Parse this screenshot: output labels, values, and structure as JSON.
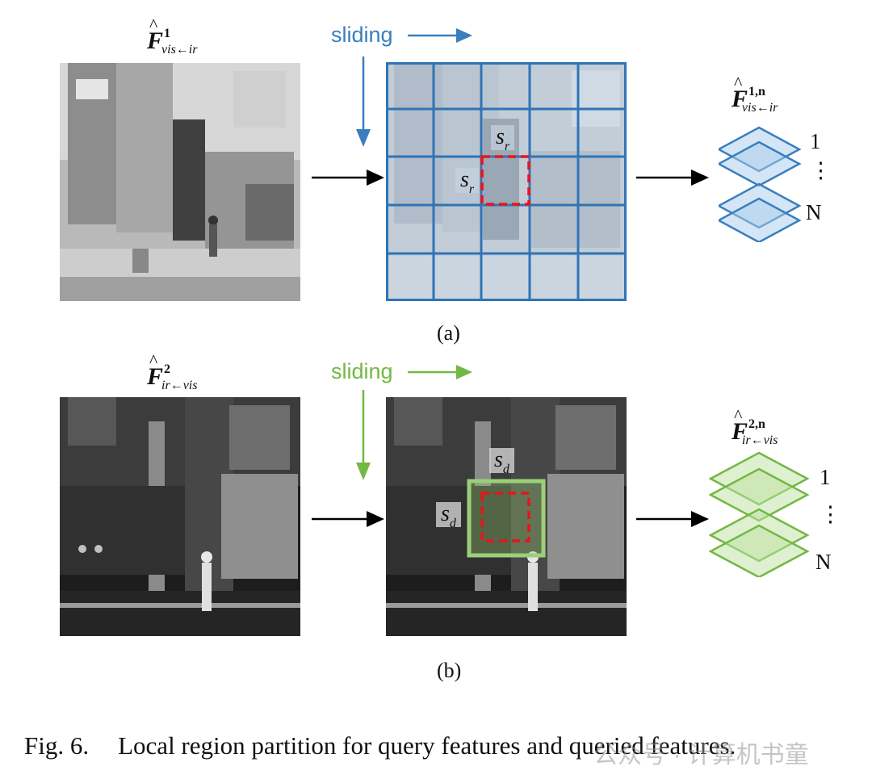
{
  "panel_a": {
    "input_symbol": {
      "base": "F",
      "sup": "1",
      "sub": "vis←ir"
    },
    "sliding_label": "sliding",
    "window_symbol": "s",
    "window_sub": "r",
    "output_symbol": {
      "base": "F",
      "sup": "1,n",
      "sub": "vis←ir"
    },
    "stack_first": "1",
    "stack_dots": "⋮",
    "stack_last": "N",
    "caption": "(a)",
    "accent_color": "#3a7ebf"
  },
  "panel_b": {
    "input_symbol": {
      "base": "F",
      "sup": "2",
      "sub": "ir←vis"
    },
    "sliding_label": "sliding",
    "window_symbol": "s",
    "window_sub": "d",
    "output_symbol": {
      "base": "F",
      "sup": "2,n",
      "sub": "ir←vis"
    },
    "stack_first": "1",
    "stack_dots": "⋮",
    "stack_last": "N",
    "caption": "(b)",
    "accent_color": "#72b844"
  },
  "figure_caption": {
    "number": "Fig. 6.",
    "text": "Local region partition for query features and queried features."
  },
  "watermark": "公众号 · 计算机书童"
}
